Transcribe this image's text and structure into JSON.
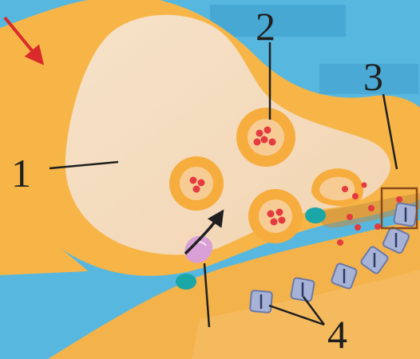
{
  "labels": {
    "one": "1",
    "two": "2",
    "three": "3",
    "four": "4"
  },
  "colors": {
    "extracellular_blue": "#57b7df",
    "blue_box": "#3f9fcc",
    "cytoplasm_orange": "#f7b548",
    "terminal_cream": "#f4dcbe",
    "vesicle_orange": "#f6ad3e",
    "vesicle_core": "#f7cf9d",
    "neurotransmitter_red": "#e53a3f",
    "enzyme_teal": "#1ba6a8",
    "receptor_lavender": "#a7b3d6",
    "reuptake_pink": "#d9a0d6",
    "arrow_red": "#d92b2b",
    "line_black": "#1f1f1f"
  },
  "icons": {
    "receptor": "receptor-channel-icon",
    "vesicle": "synaptic-vesicle-icon",
    "neurotransmitter": "neurotransmitter-dot-icon",
    "enzyme": "enzyme-dot-icon",
    "reuptake": "reuptake-transporter-icon"
  }
}
